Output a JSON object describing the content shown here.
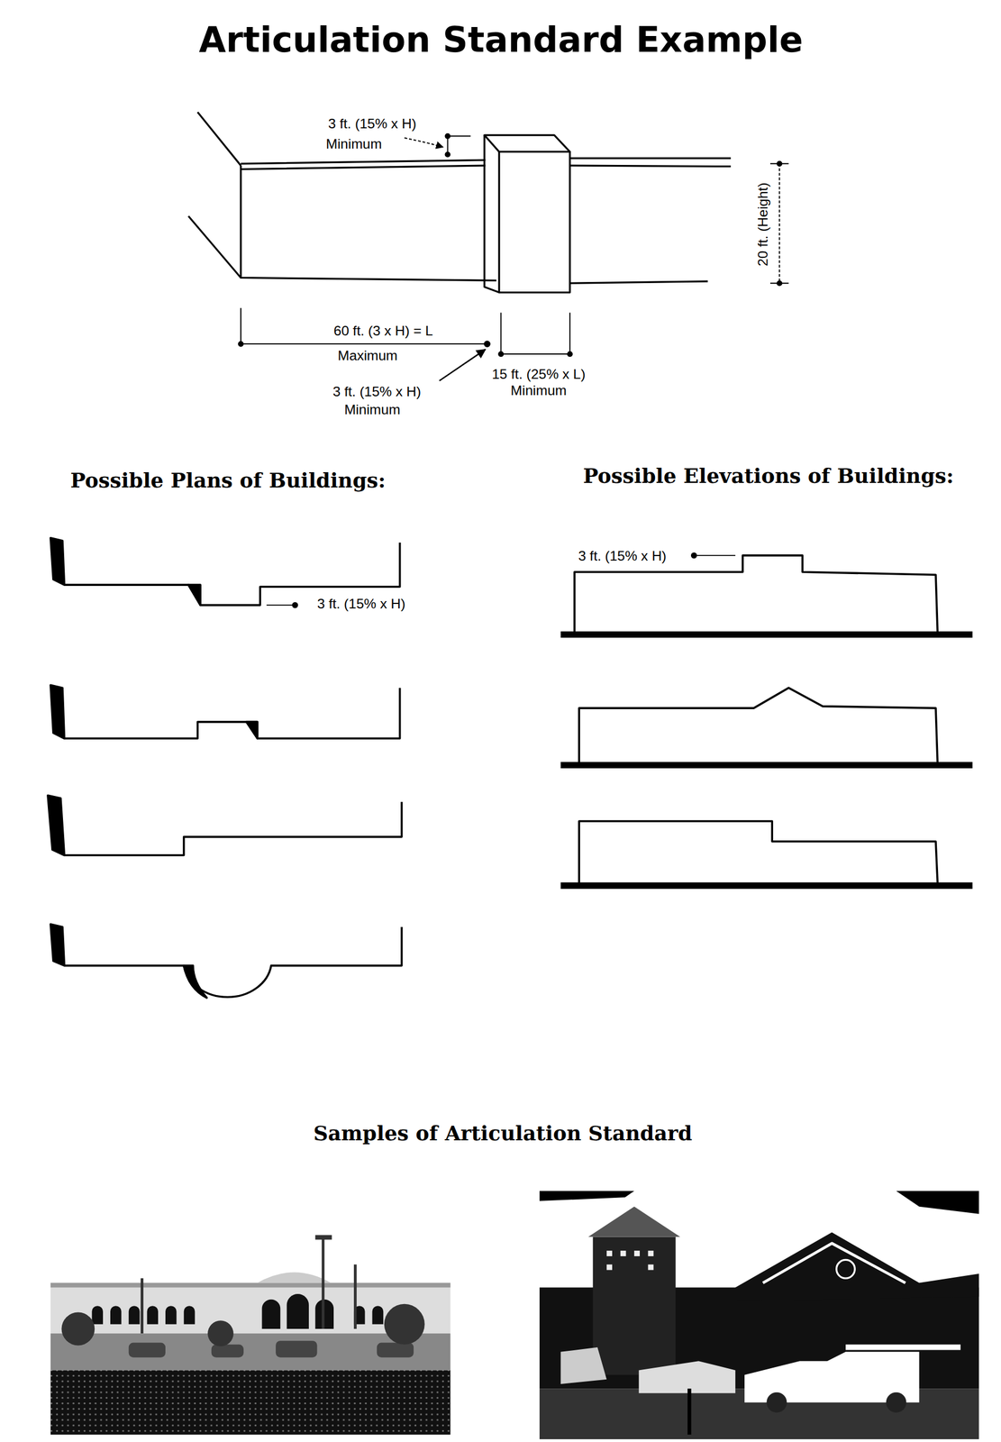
{
  "diagram": {
    "title": "Articulation Standard Example",
    "labels": [
      "3 ft. (15% x H)",
      "Minimum",
      "20 ft. (Height)",
      "60 ft. (3 x H) = L",
      "Maximum",
      "3 ft. (15% x H)",
      "Minimum",
      "15 ft. (25% x L)",
      "Minimum",
      "Possible Plans of Buildings:",
      "Possible Elevations of Buildings:",
      "3 ft. (15% x H)",
      "3 ft. (15% x H)",
      "Samples of Articulation Standard"
    ]
  }
}
